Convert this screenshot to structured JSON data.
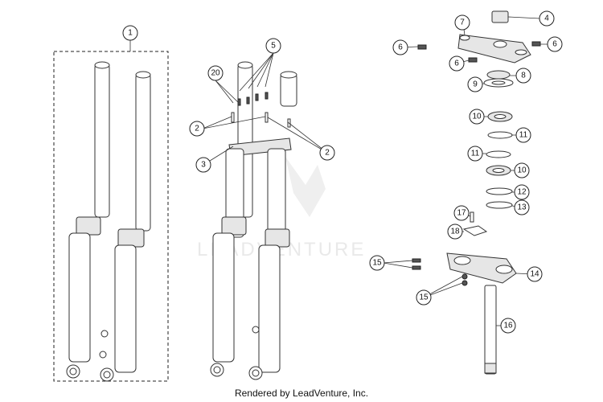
{
  "watermark": {
    "text": "LEADVENTURE"
  },
  "footer": {
    "text": "Rendered by LeadVenture, Inc."
  },
  "callouts": {
    "c1": "1",
    "c5": "5",
    "c20": "20",
    "c2a": "2",
    "c3": "3",
    "c2b": "2",
    "c7": "7",
    "c4": "4",
    "c6a": "6",
    "c6b": "6",
    "c6c": "6",
    "c8": "8",
    "c9": "9",
    "c10a": "10",
    "c11a": "11",
    "c11b": "11",
    "c10b": "10",
    "c12": "12",
    "c13": "13",
    "c17": "17",
    "c18": "18",
    "c15a": "15",
    "c14": "14",
    "c15b": "15",
    "c16": "16"
  }
}
